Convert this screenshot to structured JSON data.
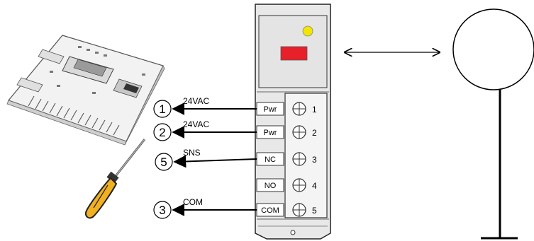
{
  "connections": [
    {
      "circle": "1",
      "signal": "24VAC",
      "tag": "Pwr",
      "terminal": "1"
    },
    {
      "circle": "2",
      "signal": "24VAC",
      "tag": "Pwr",
      "terminal": "2"
    },
    {
      "circle": "5",
      "signal": "SNS",
      "tag": "NC",
      "terminal": "3"
    },
    {
      "circle": "",
      "signal": "",
      "tag": "NO",
      "terminal": "4"
    },
    {
      "circle": "3",
      "signal": "COM",
      "tag": "COM",
      "terminal": "5"
    }
  ],
  "colors": {
    "led_yellow": "#f2e600",
    "display_red": "#e8202a",
    "screwdriver_handle": "#f0b020",
    "module_body": "#e8e8e8"
  },
  "icons": [
    "circuit-board-icon",
    "screwdriver-icon",
    "terminal-screw-icon",
    "double-arrow-icon",
    "sensor-icon"
  ]
}
